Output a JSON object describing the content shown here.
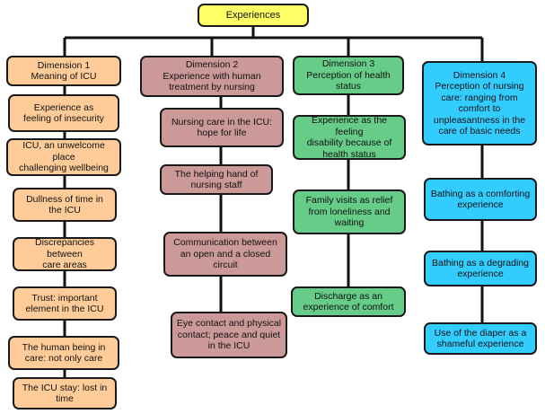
{
  "root": {
    "label": "Experiences",
    "color": "#ffff66"
  },
  "dimensions": [
    {
      "label": "Dimension 1\nMeaning of ICU",
      "color": "#ffcc99",
      "children": [
        "Experience as\nfeeling of insecurity",
        "ICU, an unwelcome place\nchallenging wellbeing",
        "Dullness of time in\nthe ICU",
        "Discrepancies between\ncare areas",
        "Trust: important\nelement in the ICU",
        "The human being in\ncare: not only care",
        "The ICU stay: lost in\ntime"
      ]
    },
    {
      "label": "Dimension 2\nExperience with human\ntreatment by nursing",
      "color": "#cc9999",
      "children": [
        "Nursing care in the ICU:\nhope for life",
        "The helping hand of\nnursing staff",
        "Communication between\nan open and a closed\ncircuit",
        "Eye contact and physical\ncontact; peace and quiet\nin the ICU"
      ]
    },
    {
      "label": "Dimension 3\nPerception of health\nstatus",
      "color": "#66cc88",
      "children": [
        "Experience as the feeling\ndisability because of\nhealth status",
        "Family visits as relief\nfrom loneliness and\nwaiting",
        "Discharge as an\nexperience of comfort"
      ]
    },
    {
      "label": "Dimension 4\nPerception of nursing\ncare: ranging from\ncomfort to\nunpleasantness in the\ncare of basic needs",
      "color": "#33ccff",
      "children": [
        "Bathing as a comforting\nexperience",
        "Bathing as a degrading\nexperience",
        "Use of the diaper as a\nshameful experience"
      ]
    }
  ]
}
